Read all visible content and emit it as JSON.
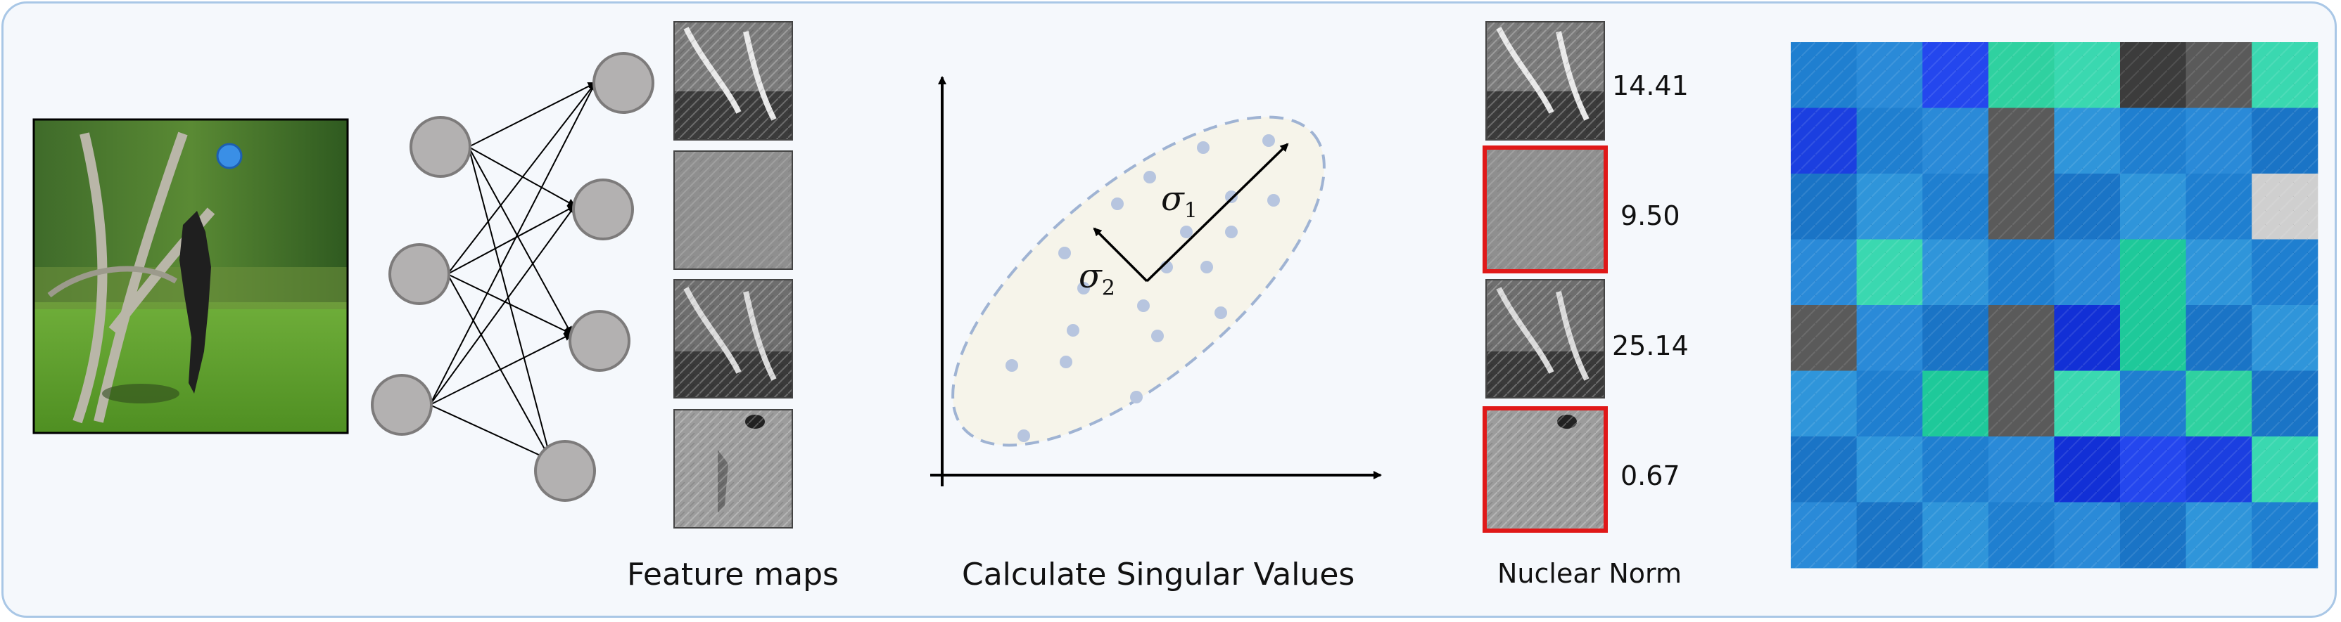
{
  "captions": {
    "feature_maps": "Feature maps",
    "singular_values": "Calculate Singular Values",
    "nuclear_norm": "Nuclear Norm"
  },
  "sigma_labels": {
    "sigma1": {
      "base": "σ",
      "sub": "1"
    },
    "sigma2": {
      "base": "σ",
      "sub": "2"
    }
  },
  "nuclear_norm_values": [
    "14.41",
    "9.50",
    "25.14",
    "0.67"
  ],
  "highlighted_maps": [
    false,
    true,
    false,
    true
  ],
  "colors": {
    "frame_border": "#a9c7e6",
    "frame_fill": "#f5f8fc",
    "node_fill": "#b3b1b1",
    "node_stroke": "#7d7b7b",
    "ellipse_fill": "#f6f4ea",
    "ellipse_stroke": "#9fb3d3",
    "point_fill": "#b7c5df",
    "highlight": "#e01818"
  },
  "icons": {
    "photo": "dog-frisbee-photo",
    "neurons": "neuron-circle-icon",
    "arrows": "arrow-icon"
  }
}
